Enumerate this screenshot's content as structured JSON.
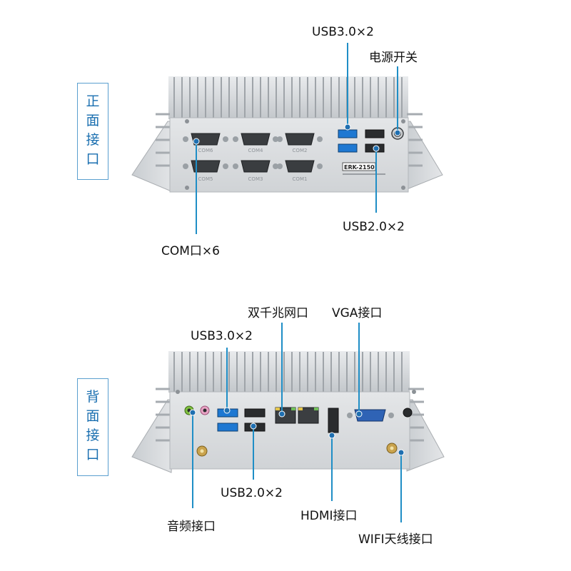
{
  "front": {
    "side_label": [
      "正",
      "面",
      "接",
      "口"
    ],
    "device_model": "ERK-2150",
    "callouts": {
      "usb30": "USB3.0×2",
      "power": "电源开关",
      "usb20": "USB2.0×2",
      "com": "COM口×6"
    },
    "port_labels": [
      "COM6",
      "COM4",
      "COM2",
      "COM5",
      "COM3",
      "COM1"
    ]
  },
  "back": {
    "side_label": [
      "背",
      "面",
      "接",
      "口"
    ],
    "callouts": {
      "lan": "双千兆网口",
      "vga": "VGA接口",
      "usb30": "USB3.0×2",
      "usb20": "USB2.0×2",
      "audio": "音频接口",
      "hdmi": "HDMI接口",
      "wifi": "WIFI天线接口"
    }
  },
  "colors": {
    "callout_line": "#1f8ec6",
    "callout_dot": "#1f6fb0",
    "side_box_border": "#5a9fcf",
    "side_box_text": "#1a6fb0",
    "chassis": "#d6d9dc",
    "usb3_blue": "#1e78d2"
  }
}
